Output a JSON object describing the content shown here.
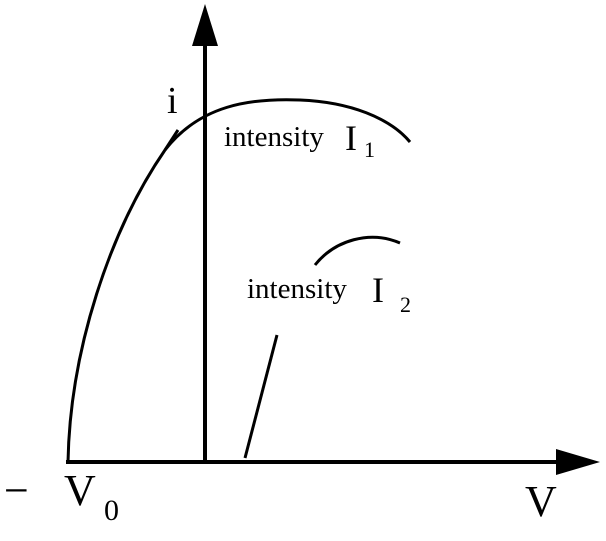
{
  "axes": {
    "y_label": "i",
    "x_label": "V",
    "origin_label_sign": "−",
    "origin_label_main": "V",
    "origin_label_sub": "0"
  },
  "curves": [
    {
      "label": "intensity",
      "symbol": "I",
      "subscript": "1"
    },
    {
      "label": "intensity",
      "symbol": "I",
      "subscript": "2"
    }
  ],
  "colors": {
    "stroke": "#000000",
    "background": "#ffffff"
  }
}
